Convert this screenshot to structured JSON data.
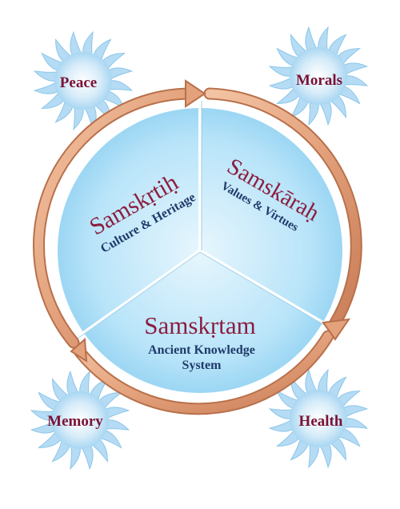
{
  "corners": {
    "top_left": "Peace",
    "top_right": "Morals",
    "bottom_left": "Memory",
    "bottom_right": "Health"
  },
  "segments": {
    "left": {
      "title": "Samskṛtiḥ",
      "subtitle": "Culture & Heritage"
    },
    "right": {
      "title": "Samskāraḥ",
      "subtitle": "Values & Virtues"
    },
    "bottom": {
      "title": "Samskṛtam",
      "subtitle_line1": "Ancient Knowledge",
      "subtitle_line2": "System"
    }
  },
  "colors": {
    "title": "#8b1e3f",
    "subtitle": "#1f3a6b",
    "corner_text": "#7a1235",
    "ring": "#e0a07a",
    "sun": "#cfe8f7",
    "disc": "#a9dcf6"
  }
}
